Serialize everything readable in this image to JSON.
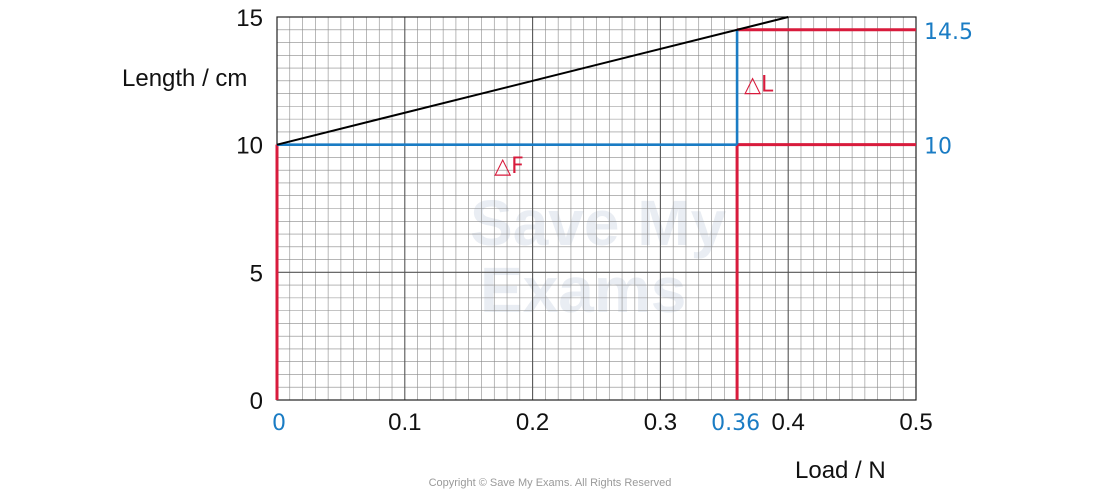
{
  "chart_data": {
    "type": "line",
    "xlabel": "Load / N",
    "ylabel": "Length / cm",
    "xlim": [
      0,
      0.5
    ],
    "ylim": [
      0,
      15
    ],
    "xticks": [
      "0.1",
      "0.2",
      "0.3",
      "0.4",
      "0.5"
    ],
    "yticks": [
      "0",
      "5",
      "10",
      "15"
    ],
    "grid": true,
    "series": [
      {
        "x": [
          0,
          0.4
        ],
        "y": [
          10,
          15
        ],
        "color": "#000000"
      }
    ],
    "annotations": {
      "x_start_label": "0",
      "x_end_label": "0.36",
      "x_start": 0,
      "x_end": 0.36,
      "y_low_label": "10",
      "y_high_label": "14.5",
      "y_low": 10,
      "y_high": 14.5,
      "delta_f_label": "△F",
      "delta_l_label": "△L",
      "blue_color": "#1a7cc4",
      "red_color": "#d81b3c"
    }
  },
  "watermark": {
    "line1": "Save My",
    "line2": "Exams"
  },
  "copyright": "Copyright © Save My Exams. All Rights Reserved"
}
